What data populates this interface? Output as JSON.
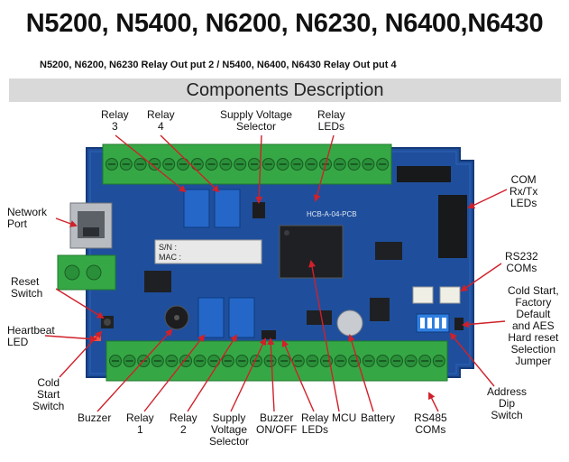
{
  "header": {
    "title": "N5200, N5400, N6200, N6230, N6400,N6430",
    "subtitle": "N5200, N6200, N6230 Relay Out put 2 / N5400, N6400, N6430 Relay Out put 4",
    "section": "Components Description"
  },
  "labels": {
    "relay3": "Relay\n3",
    "relay4": "Relay\n4",
    "supply_top": "Supply Voltage\nSelector",
    "relay_leds_top": "Relay\nLEDs",
    "com_leds": "COM\nRx/Tx\nLEDs",
    "network": "Network\nPort",
    "rs232": "RS232\nCOMs",
    "cold_start_right": "Cold Start,\nFactory\nDefault\nand AES\nHard reset\nSelection\nJumper",
    "reset": "Reset\nSwitch",
    "heartbeat": "Heartbeat\nLED",
    "cold_start_left": "Cold\nStart\nSwitch",
    "address": "Address\nDip\nSwitch",
    "buzzer": "Buzzer",
    "relay1": "Relay\n1",
    "relay2": "Relay\n2",
    "supply_bottom": "Supply\nVoltage\nSelector",
    "buzzer_onoff": "Buzzer\nON/OFF",
    "relay_leds_bottom": "Relay\nLEDs",
    "mcu": "MCU",
    "battery": "Battery",
    "rs485": "RS485\nCOMs"
  },
  "board": {
    "pcb_name": "HCB-A-04-PCB",
    "sn_label": "S/N :",
    "mac_label": "MAC :"
  },
  "colors": {
    "pcb": "#1f4f9c",
    "terminal": "#35a845",
    "arrow": "#d0202a"
  }
}
